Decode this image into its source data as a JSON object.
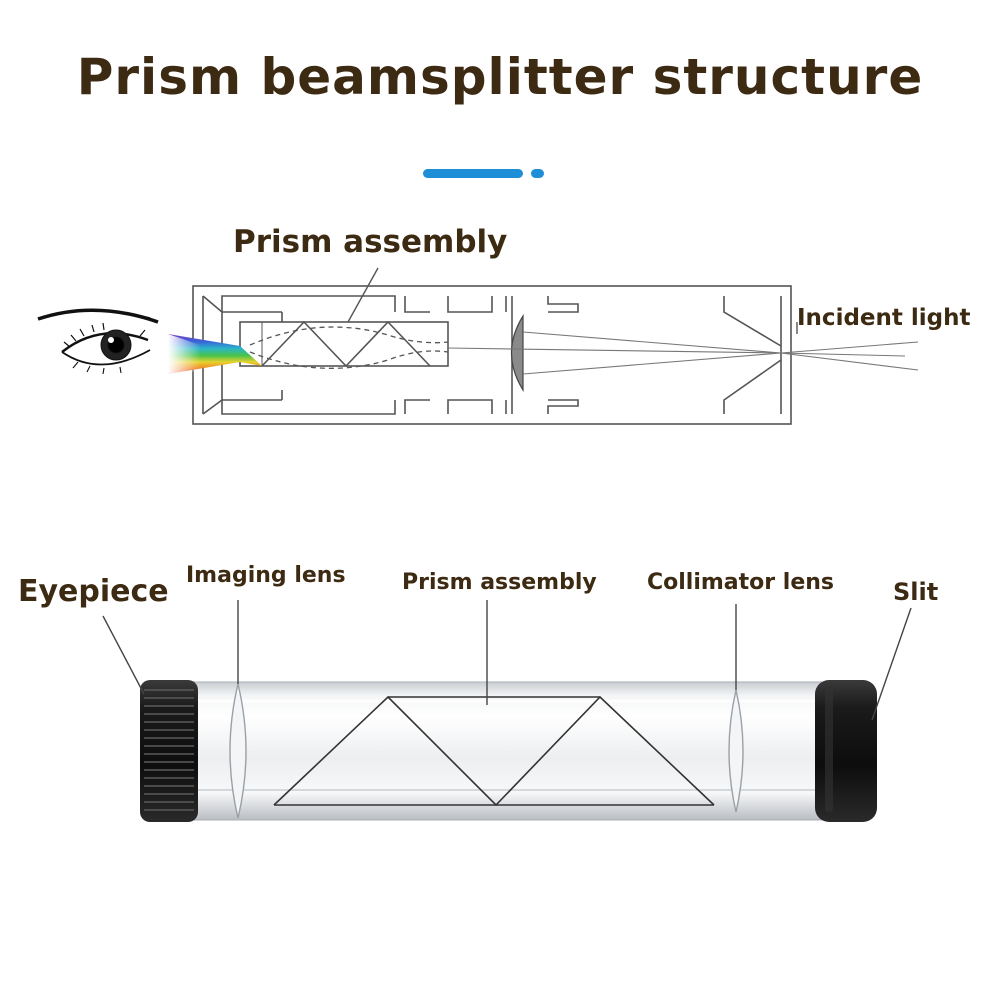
{
  "title": "Prism beamsplitter structure",
  "colors": {
    "title_text": "#3d2a12",
    "accent_bar": "#1e8fd6",
    "line": "#4a4a4a",
    "tube_body": "#e9ecef",
    "cap_black": "#121212"
  },
  "top_diagram": {
    "prism_label": "Prism assembly",
    "incident_label": "Incident light",
    "icons": [
      "eye-icon",
      "spectrum-beam"
    ]
  },
  "bottom_diagram": {
    "labels": {
      "eyepiece": "Eyepiece",
      "imaging_lens": "Imaging lens",
      "prism_assembly": "Prism assembly",
      "collimator_lens": "Collimator lens",
      "slit": "Slit"
    }
  }
}
